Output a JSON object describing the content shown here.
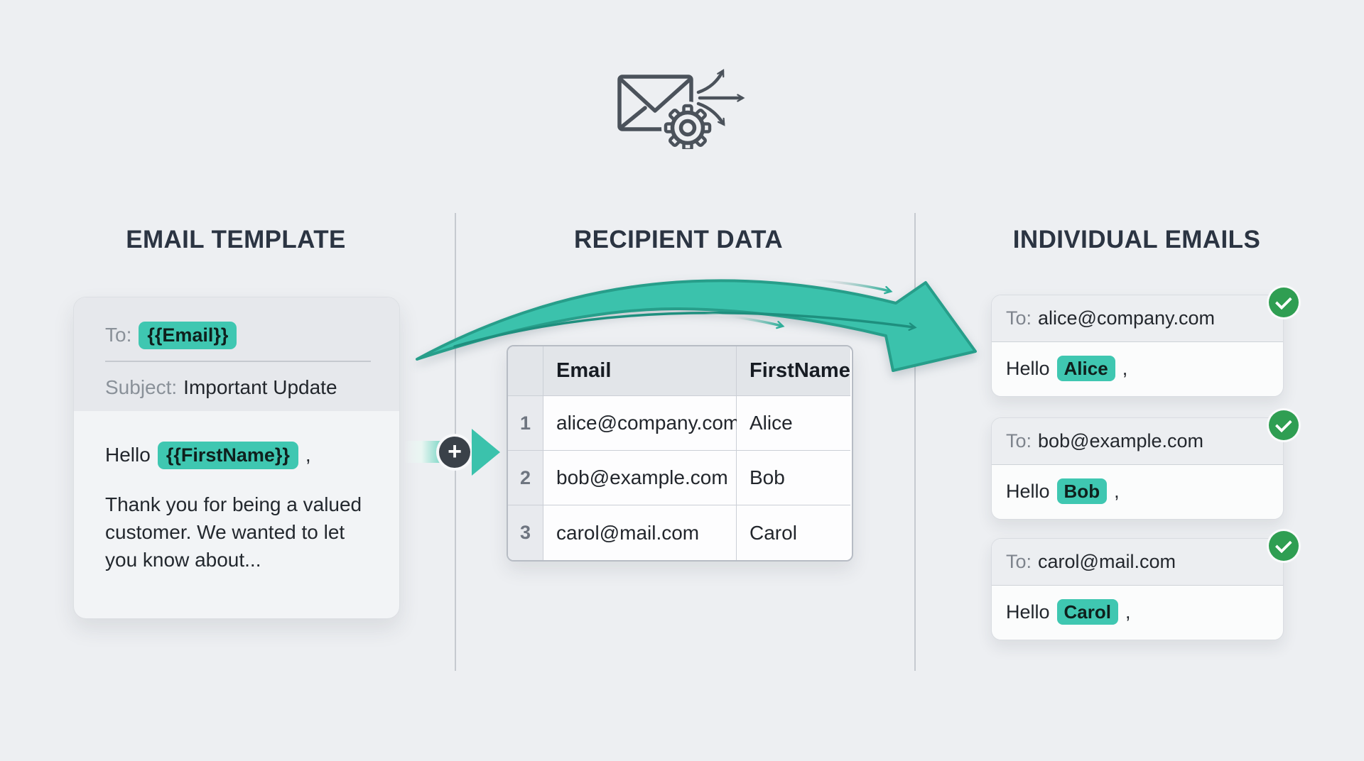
{
  "page": {
    "background": "#edeff2",
    "accent_teal": "#3fc7b1",
    "success_green": "#2f9e52",
    "title_color": "#2b3442"
  },
  "header_icon": {
    "envelope": "envelope-icon",
    "gear": "gear-icon",
    "fanout": "fan-out-arrows-icon"
  },
  "columns": [
    {
      "title": "EMAIL TEMPLATE"
    },
    {
      "title": "RECIPIENT DATA"
    },
    {
      "title": "INDIVIDUAL EMAILS"
    }
  ],
  "template_card": {
    "to_label": "To:",
    "to_variable": "{{Email}}",
    "subject_label": "Subject:",
    "subject_value": "Important Update",
    "greeting_prefix": "Hello",
    "greeting_variable": "{{FirstName}}",
    "greeting_suffix": ",",
    "body_lines": [
      "Thank you for being a valued",
      "customer. We wanted to let",
      "you know about..."
    ]
  },
  "merge_step": {
    "plus_sign": "+"
  },
  "recipient_table": {
    "headers": [
      "Email",
      "FirstName"
    ],
    "rows": [
      {
        "num": "1",
        "email": "alice@company.com",
        "first_name": "Alice"
      },
      {
        "num": "2",
        "email": "bob@example.com",
        "first_name": "Bob"
      },
      {
        "num": "3",
        "email": "carol@mail.com",
        "first_name": "Carol"
      }
    ]
  },
  "output_emails": [
    {
      "to_label": "To:",
      "to_value": "alice@company.com",
      "greeting_prefix": "Hello",
      "name": "Alice",
      "greeting_suffix": ","
    },
    {
      "to_label": "To:",
      "to_value": "bob@example.com",
      "greeting_prefix": "Hello",
      "name": "Bob",
      "greeting_suffix": ","
    },
    {
      "to_label": "To:",
      "to_value": "carol@mail.com",
      "greeting_prefix": "Hello",
      "name": "Carol",
      "greeting_suffix": ","
    }
  ]
}
